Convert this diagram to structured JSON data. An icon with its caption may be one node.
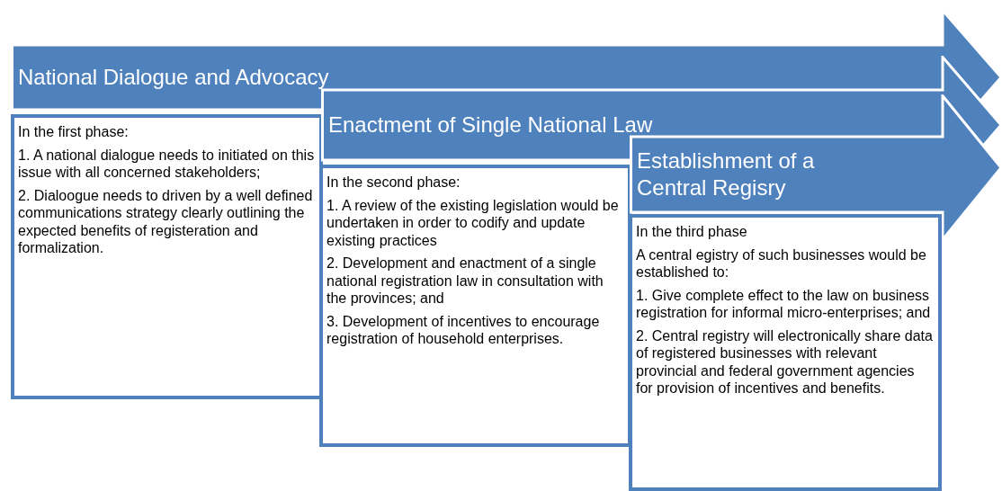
{
  "diagram": {
    "nodes": [
      {
        "text": [
          "National Dialogue and Advocacy"
        ]
      },
      {
        "text": [
          "In the first phase:",
          "1. A national dialogue needs to initiated on this issue with all concerned stakeholders;",
          "2. Dialoogue needs to driven by a well defined communications strategy clearly outlining the expected benefits of registeration and formalization."
        ]
      },
      {
        "text": [
          "Enactment of Single National Law"
        ]
      },
      {
        "text": [
          "In the second phase:",
          "1. A review of the existing legislation would be undertaken in order to codify and update existing practices",
          "2. Development and enactment of a single national registration law in consultation with the provinces; and",
          "3. Development of incentives to encourage registration of household enterprises."
        ]
      },
      {
        "text": [
          "Establishment of a Central Regisry"
        ]
      },
      {
        "text": [
          "In the third phase",
          "A central egistry of such businesses would be established to:",
          "1. Give complete effect to the law on business registration for informal micro-enterprises; and",
          "2. Central registry will electronically share data of registered businesses with relevant provincial and federal government agencies for provision of incentives and benefits."
        ]
      }
    ]
  }
}
